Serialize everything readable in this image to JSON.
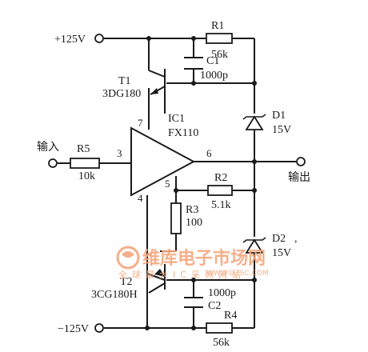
{
  "supply_positive": "+125V",
  "supply_negative": "−125V",
  "input_label": "输入",
  "output_label": "输出",
  "ic": {
    "ref": "IC1",
    "part": "FX110",
    "pins": {
      "p7": "7",
      "p3": "3",
      "p6": "6",
      "p4": "4",
      "p5": "5"
    }
  },
  "t1": {
    "ref": "T1",
    "part": "3DG180"
  },
  "t2": {
    "ref": "T2",
    "part": "3CG180H"
  },
  "r1": {
    "ref": "R1",
    "value": "56k"
  },
  "r2": {
    "ref": "R2",
    "value": "5.1k"
  },
  "r3": {
    "ref": "R3",
    "value": "100"
  },
  "r4": {
    "ref": "R4",
    "value": "56k"
  },
  "r5": {
    "ref": "R5",
    "value": "10k"
  },
  "c1": {
    "ref": "C1",
    "value": "1000p"
  },
  "c2": {
    "ref": "C2",
    "value": "1000p"
  },
  "d1": {
    "ref": "D1",
    "value": "15V"
  },
  "d2": {
    "ref": "D2",
    "value": "15V",
    "mark": ","
  },
  "watermark": {
    "brand": "维库电子市场网",
    "url": "WWW.DZSC.COM",
    "sub": "全球最大IC采购网站",
    "color": "#f4a77e"
  }
}
